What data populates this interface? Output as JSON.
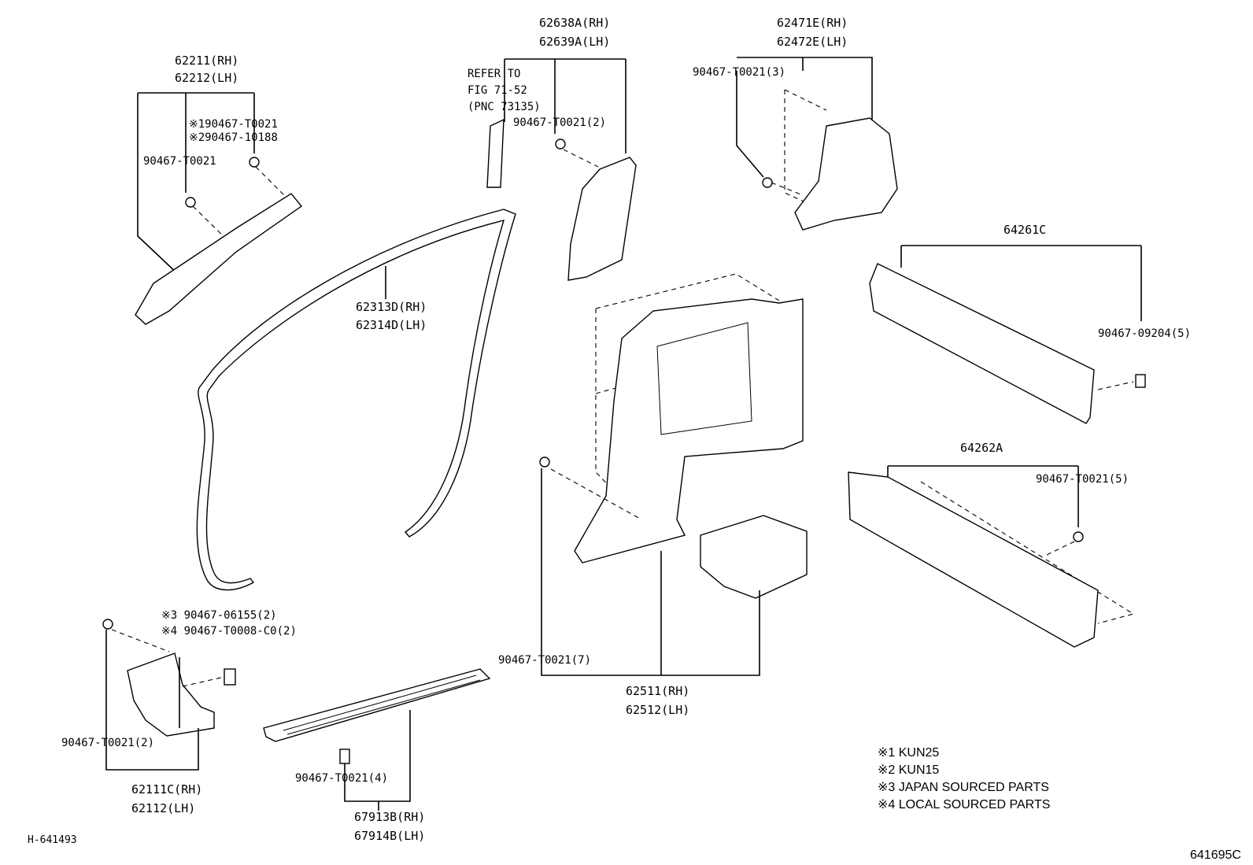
{
  "labels": {
    "a_pillar_rh": "62211(RH)",
    "a_pillar_lh": "62212(LH)",
    "clip_a1": "※190467-T0021",
    "clip_a2": "※290467-10188",
    "clip_a3": "90467-T0021",
    "weather_rh": "62313D(RH)",
    "weather_lh": "62314D(LH)",
    "b_pillar_rh": "62638A(RH)",
    "b_pillar_lh": "62639A(LH)",
    "refer_1": "REFER TO",
    "refer_2": "FIG 71-52",
    "refer_3": "(PNC 73135)",
    "clip_b": "90467-T0021(2)",
    "c_pillar_rh": "62471E(RH)",
    "c_pillar_lh": "62472E(LH)",
    "clip_c": "90467-T0021(3)",
    "scuff_rear_top": "64261C",
    "clip_scuff_top": "90467-09204(5)",
    "scuff_rear_bottom": "64262A",
    "clip_scuff_bottom": "90467-T0021(5)",
    "quarter_clip": "90467-T0021(7)",
    "quarter_rh": "62511(RH)",
    "quarter_lh": "62512(LH)",
    "cowl_clip_3": "※3 90467-06155(2)",
    "cowl_clip_4": "※4 90467-T0008-C0(2)",
    "cowl_clip": "90467-T0021(2)",
    "cowl_rh": "62111C(RH)",
    "cowl_lh": "62112(LH)",
    "scuff_front_clip": "90467-T0021(4)",
    "scuff_front_rh": "67913B(RH)",
    "scuff_front_lh": "67914B(LH)"
  },
  "notes": [
    "※1  KUN25",
    "※2  KUN15",
    "※3  JAPAN SOURCED PARTS",
    "※4  LOCAL SOURCED PARTS"
  ],
  "ids": {
    "bottom_left": "H-641493",
    "bottom_right": "641695C"
  }
}
